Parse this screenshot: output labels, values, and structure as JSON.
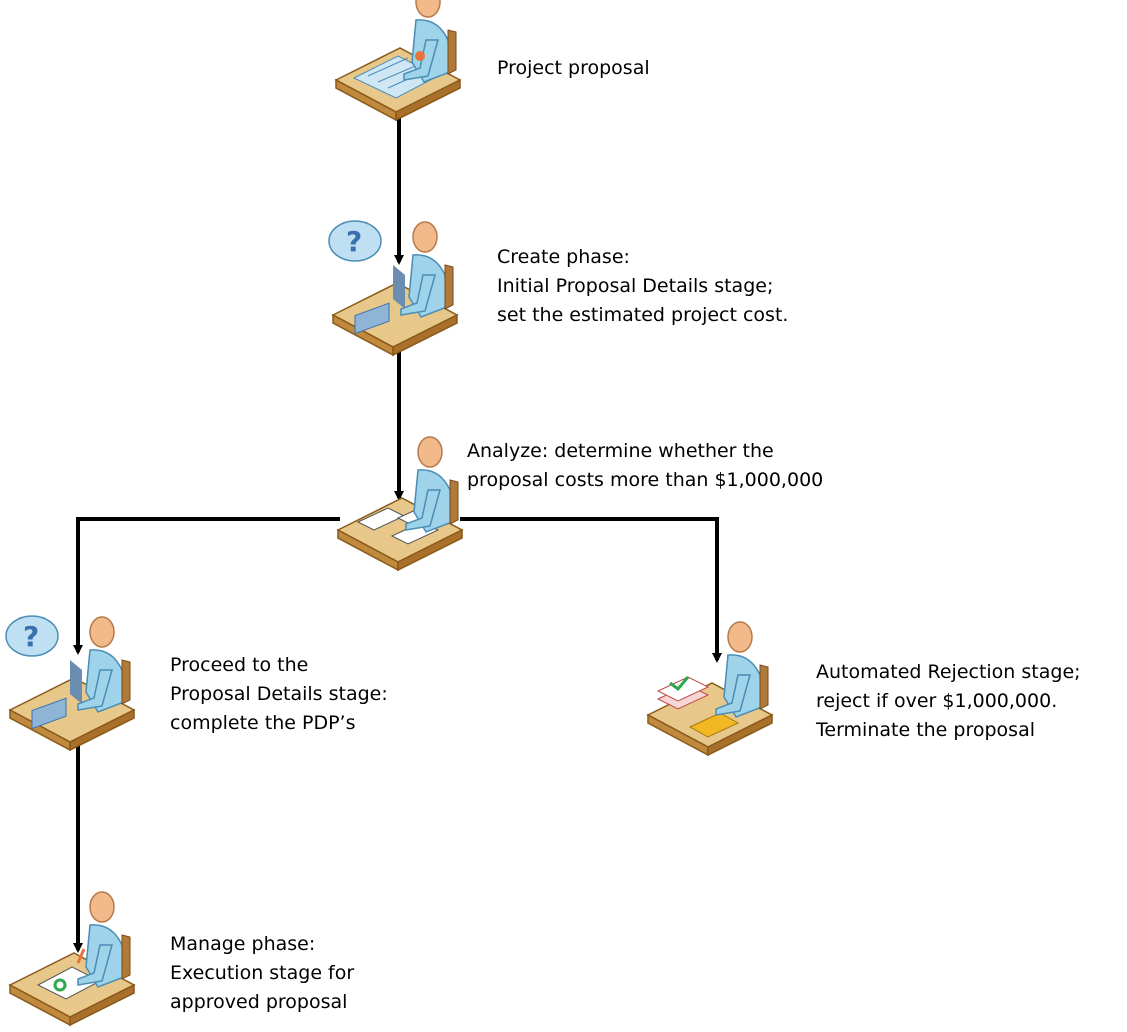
{
  "nodes": [
    {
      "id": "project-proposal",
      "icon": "desk-worker-blueprint-icon",
      "lines": [
        "Project proposal"
      ]
    },
    {
      "id": "create-phase",
      "icon": "desk-worker-phone-question-icon",
      "lines": [
        "Create phase:",
        "Initial Proposal Details stage;",
        "set the estimated project cost."
      ]
    },
    {
      "id": "analyze",
      "icon": "desk-worker-papers-icon",
      "lines": [
        "Analyze: determine whether the",
        "proposal costs more than $1,000,000"
      ]
    },
    {
      "id": "proposal-details",
      "icon": "desk-worker-phone-question-icon",
      "lines": [
        "Proceed to the",
        "Proposal Details stage:",
        "complete the PDP’s"
      ]
    },
    {
      "id": "automated-rejection",
      "icon": "desk-worker-stamp-approval-icon",
      "lines": [
        "Automated Rejection stage;",
        "reject if over $1,000,000.",
        "Terminate the proposal"
      ]
    },
    {
      "id": "manage-phase",
      "icon": "desk-worker-signing-icon",
      "lines": [
        "Manage phase:",
        "Execution stage for",
        "approved proposal"
      ]
    }
  ],
  "colors": {
    "connector": "#000000",
    "desk_top": "#e8c88a",
    "desk_side": "#a8702a",
    "skin": "#f2b98a",
    "shirt": "#9fd3ea",
    "bubble": "#bfe0f2",
    "question": "#3a6fb0"
  }
}
